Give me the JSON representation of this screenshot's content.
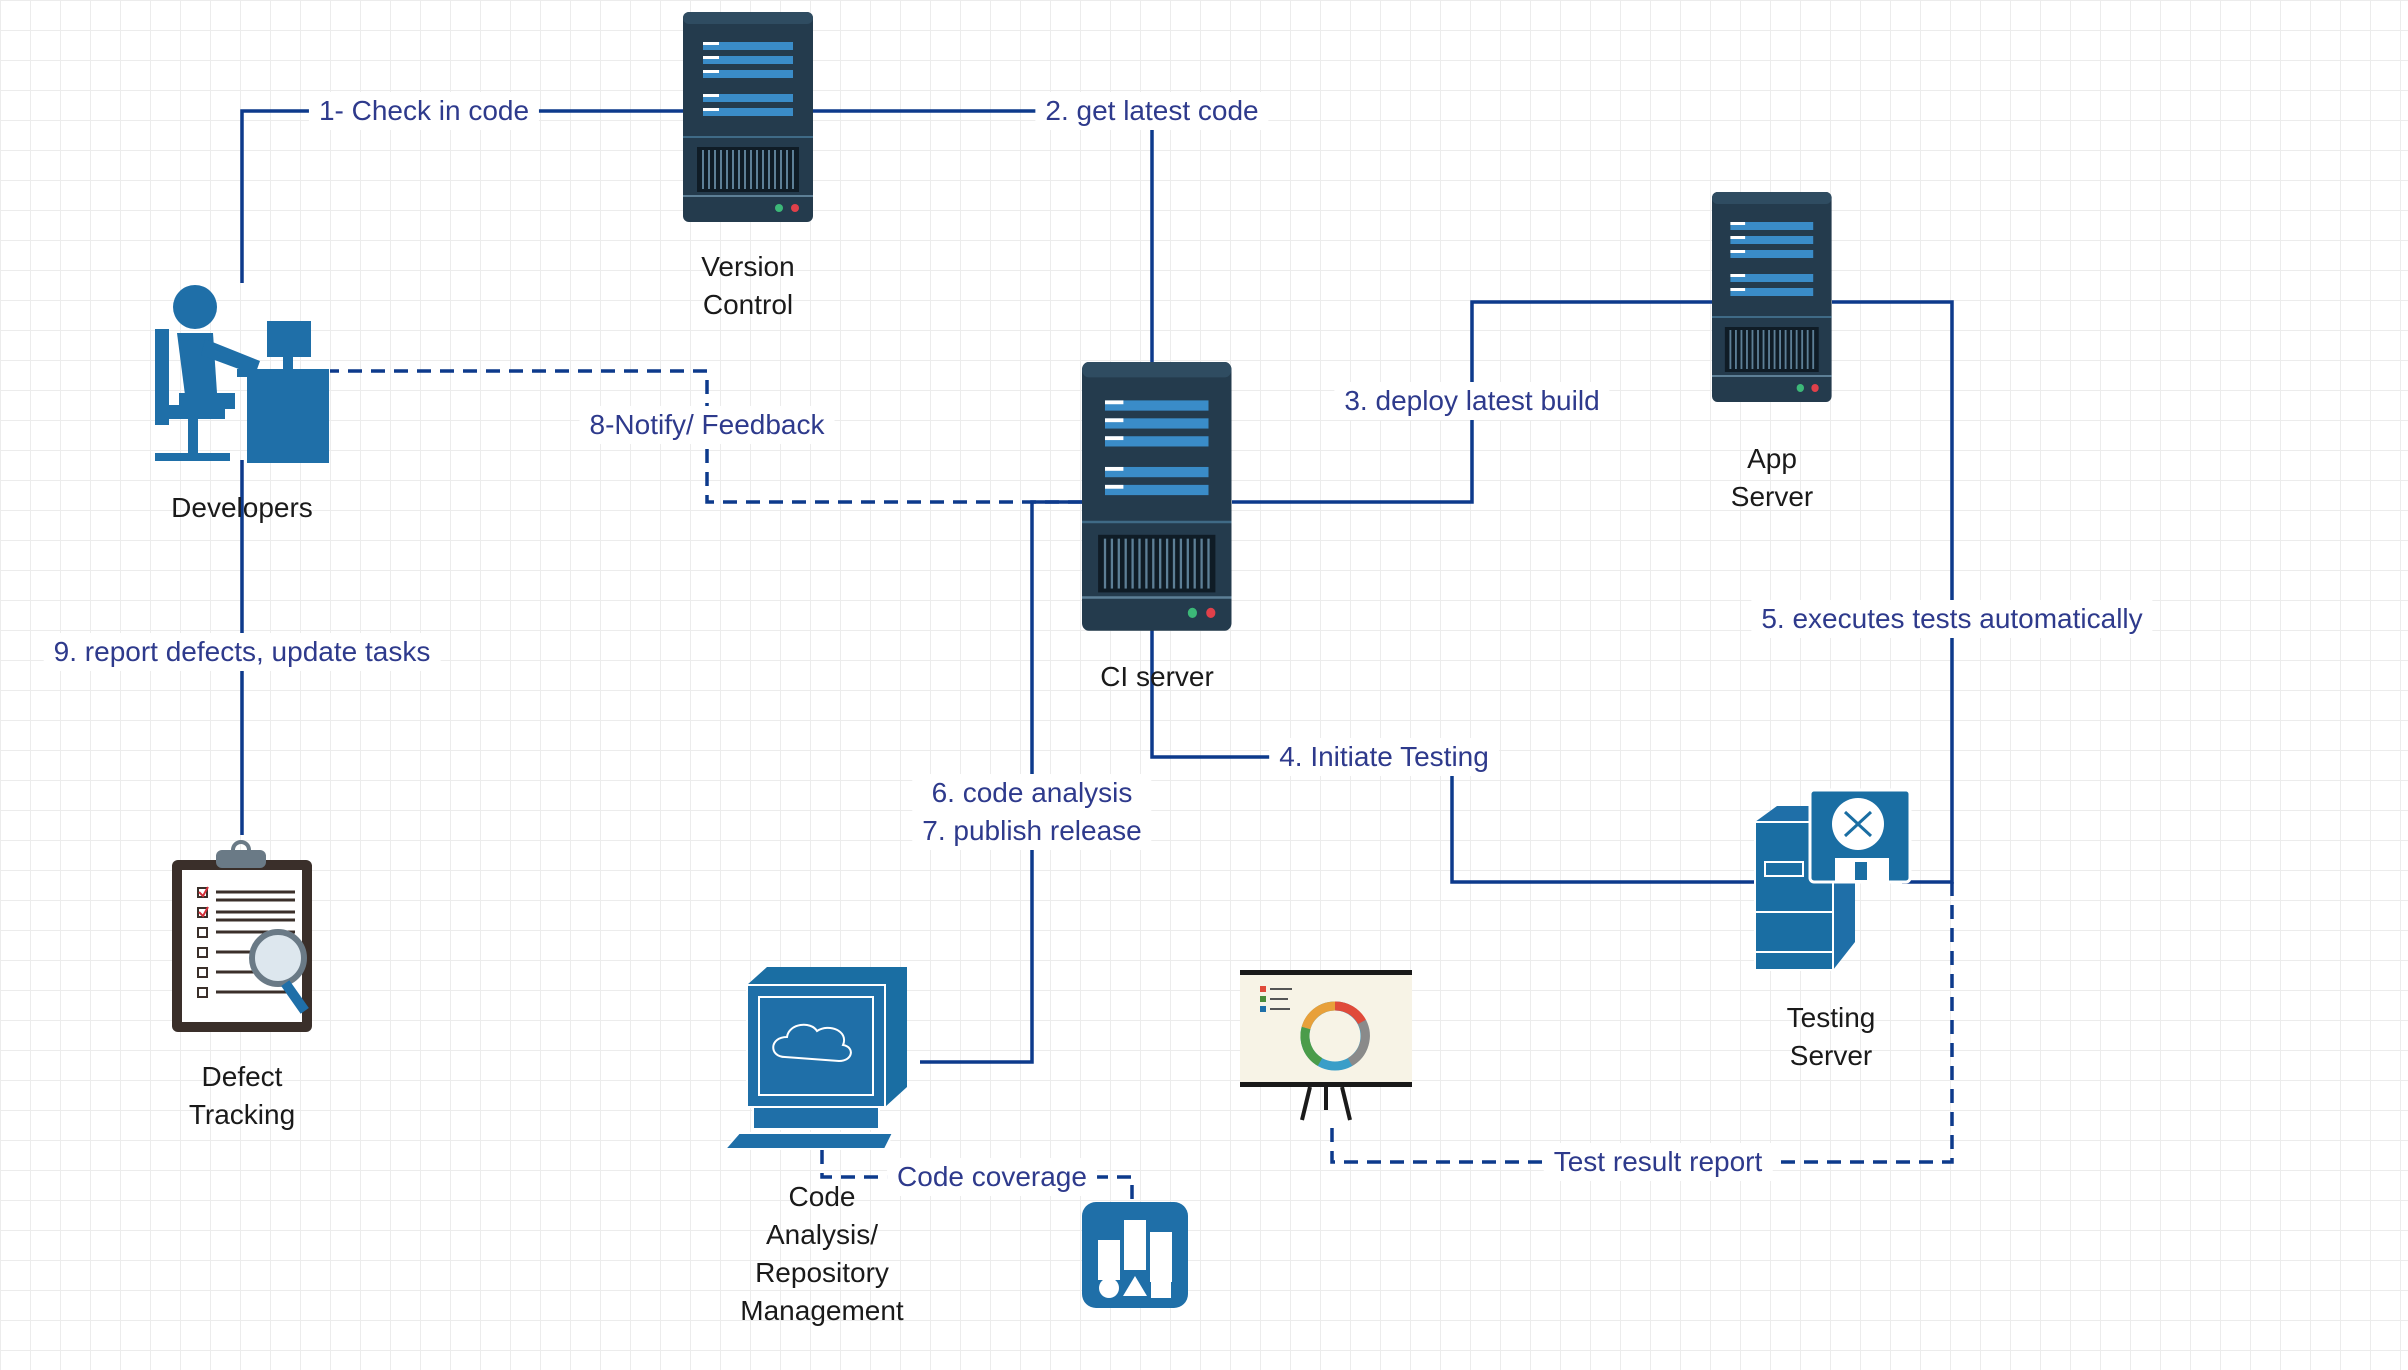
{
  "colors": {
    "line": "#0d3a8c",
    "server_body": "#243b4d",
    "accent": "#1f6fa8",
    "label": "#1a1a1a",
    "edge_label": "#2e3a8c"
  },
  "nodes": {
    "version_control": {
      "label": "Version\nControl",
      "icon": "server-icon"
    },
    "developers": {
      "label": "Developers",
      "icon": "developer-desk-icon"
    },
    "ci_server": {
      "label": "CI server",
      "icon": "server-icon"
    },
    "app_server": {
      "label": "App\nServer",
      "icon": "server-icon"
    },
    "testing_server": {
      "label": "Testing\nServer",
      "icon": "testing-server-icon"
    },
    "defect_tracking": {
      "label": "Defect\nTracking",
      "icon": "clipboard-magnifier-icon"
    },
    "code_analysis": {
      "label": "Code\nAnalysis/\nRepository\nManagement",
      "icon": "computer-icon"
    },
    "code_coverage_icon": {
      "icon": "bar-chart-icon"
    },
    "report_board_icon": {
      "icon": "presentation-board-icon"
    }
  },
  "edges": {
    "check_in": {
      "label": "1- Check in code",
      "style": "solid"
    },
    "get_latest": {
      "label": "2. get latest code",
      "style": "solid"
    },
    "deploy": {
      "label": "3. deploy latest build",
      "style": "solid"
    },
    "initiate_testing": {
      "label": "4. Initiate Testing",
      "style": "solid"
    },
    "executes_tests": {
      "label": "5. executes tests automatically",
      "style": "solid"
    },
    "code_analysis_publish": {
      "label": "6. code analysis\n7. publish release",
      "style": "solid"
    },
    "notify_feedback": {
      "label": "8-Notify/ Feedback",
      "style": "dashed"
    },
    "report_defects": {
      "label": "9. report defects, update tasks",
      "style": "solid"
    },
    "code_coverage": {
      "label": "Code coverage",
      "style": "dashed"
    },
    "test_result": {
      "label": "Test result report",
      "style": "dashed"
    }
  }
}
